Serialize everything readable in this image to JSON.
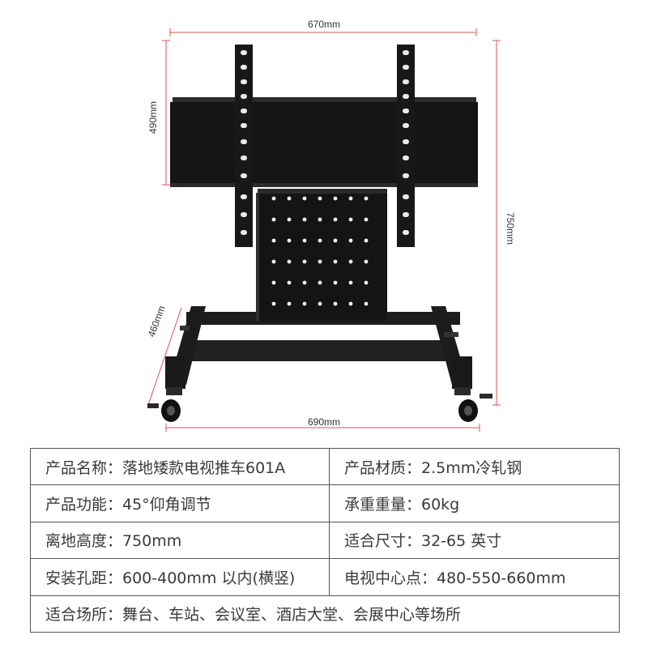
{
  "dimensions": {
    "top_width": "670mm",
    "screen_height": "490mm",
    "total_height": "750mm",
    "base_depth": "460mm",
    "base_width": "690mm"
  },
  "specs": {
    "row1": {
      "left": "产品名称：落地矮款电视推车601A",
      "right": "产品材质：2.5mm冷轧钢"
    },
    "row2": {
      "left": "产品功能：45°仰角调节",
      "right": "承重重量：60kg"
    },
    "row3": {
      "left": "离地高度：750mm",
      "right": "适合尺寸：32-65 英寸"
    },
    "row4": {
      "left": "安装孔距：600-400mm 以内(横竖)",
      "right": "电视中心点：480-550-660mm"
    },
    "row5": {
      "full": "适合场所：舞台、车站、会议室、酒店大堂、会展中心等场所"
    }
  },
  "colors": {
    "dimension_line": "#d9534f",
    "frame": "#1a1a1a",
    "table_border": "#555555"
  }
}
